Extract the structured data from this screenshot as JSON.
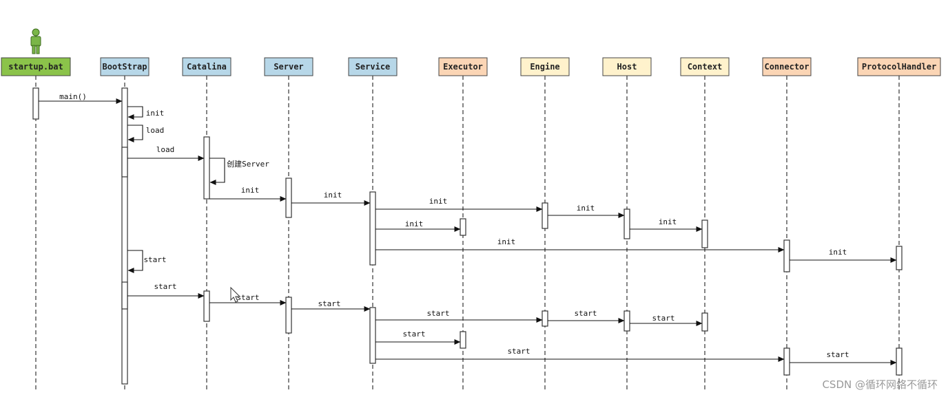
{
  "colors": {
    "actor": "#7ab648",
    "green": "#8bc34a",
    "blue": "#b7d7e8",
    "orange": "#fbd5b5",
    "yellow": "#fff2cc"
  },
  "participants": [
    {
      "id": "startup",
      "label": "startup.bat",
      "color": "green",
      "actor": true
    },
    {
      "id": "bootstrap",
      "label": "BootStrap",
      "color": "blue"
    },
    {
      "id": "catalina",
      "label": "Catalina",
      "color": "blue"
    },
    {
      "id": "server",
      "label": "Server",
      "color": "blue"
    },
    {
      "id": "service",
      "label": "Service",
      "color": "blue"
    },
    {
      "id": "executor",
      "label": "Executor",
      "color": "orange"
    },
    {
      "id": "engine",
      "label": "Engine",
      "color": "yellow"
    },
    {
      "id": "host",
      "label": "Host",
      "color": "yellow"
    },
    {
      "id": "context",
      "label": "Context",
      "color": "yellow"
    },
    {
      "id": "connector",
      "label": "Connector",
      "color": "orange"
    },
    {
      "id": "protocolhandler",
      "label": "ProtocolHandler",
      "color": "orange"
    }
  ],
  "messages": [
    {
      "from": "startup",
      "to": "bootstrap",
      "label": "main()"
    },
    {
      "from": "bootstrap",
      "to": "bootstrap",
      "label": "init",
      "self": true
    },
    {
      "from": "bootstrap",
      "to": "bootstrap",
      "label": "load",
      "self": true
    },
    {
      "from": "bootstrap",
      "to": "catalina",
      "label": "load"
    },
    {
      "from": "catalina",
      "to": "catalina",
      "label": "创建Server",
      "self": true
    },
    {
      "from": "catalina",
      "to": "server",
      "label": "init"
    },
    {
      "from": "server",
      "to": "service",
      "label": "init"
    },
    {
      "from": "service",
      "to": "engine",
      "label": "init"
    },
    {
      "from": "service",
      "to": "executor",
      "label": "init"
    },
    {
      "from": "engine",
      "to": "host",
      "label": "init"
    },
    {
      "from": "host",
      "to": "context",
      "label": "init"
    },
    {
      "from": "service",
      "to": "connector",
      "label": "init"
    },
    {
      "from": "connector",
      "to": "protocolhandler",
      "label": "init"
    },
    {
      "from": "bootstrap",
      "to": "bootstrap",
      "label": "start",
      "self": true
    },
    {
      "from": "bootstrap",
      "to": "catalina",
      "label": "start"
    },
    {
      "from": "catalina",
      "to": "server",
      "label": "start"
    },
    {
      "from": "server",
      "to": "service",
      "label": "start"
    },
    {
      "from": "service",
      "to": "engine",
      "label": "start"
    },
    {
      "from": "engine",
      "to": "host",
      "label": "start"
    },
    {
      "from": "host",
      "to": "context",
      "label": "start"
    },
    {
      "from": "service",
      "to": "executor",
      "label": "start"
    },
    {
      "from": "service",
      "to": "connector",
      "label": "start"
    },
    {
      "from": "connector",
      "to": "protocolhandler",
      "label": "start"
    }
  ],
  "watermark": "CSDN @循环网络不循环"
}
